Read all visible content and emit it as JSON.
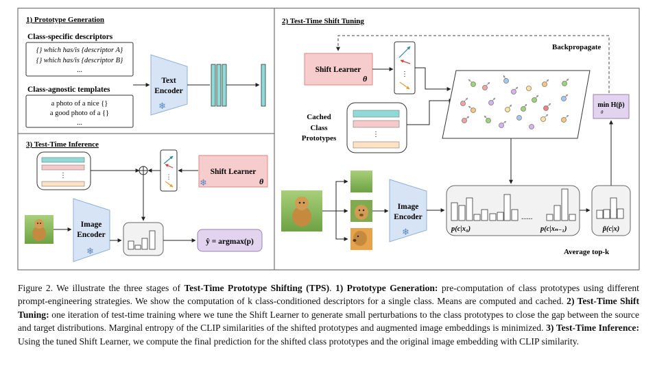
{
  "panels": {
    "prototype": {
      "title": "1) Prototype Generation",
      "specific_label": "Class-specific descriptors",
      "specific_lines": [
        "{} which has/is {descriptor A}",
        "{} which has/is {descriptor B}",
        "..."
      ],
      "agnostic_label": "Class-agnostic templates",
      "agnostic_lines": [
        "a photo of a nice {}",
        "a good photo of a {}",
        "..."
      ],
      "text_encoder": [
        "Text",
        "Encoder"
      ]
    },
    "tuning": {
      "title": "2) Test-Time Shift Tuning",
      "backpropagate": "Backpropagate",
      "shift_learner": "Shift Learner",
      "theta": "θ",
      "cached_label": [
        "Cached",
        "Class",
        "Prototypes"
      ],
      "image_encoder": [
        "Image",
        "Encoder"
      ],
      "p_c_x0": "p(c|x₀)",
      "p_c_xn": "p(c|xₙ₋₁)",
      "p_avg": "p̃(c|x)",
      "average_topk": "Average top-k",
      "min_entropy": "min H(p̃)",
      "min_sub": "θ",
      "dots": "......"
    },
    "inference": {
      "title": "3) Test-Time Inference",
      "shift_learner": "Shift Learner",
      "theta": "θ",
      "image_encoder": [
        "Image",
        "Encoder"
      ],
      "prediction": "ŷ = argmax(p)"
    }
  },
  "caption": {
    "figure": "Figure 2.",
    "intro": "We illustrate the three stages of",
    "method": "Test-Time Prototype Shifting (TPS)",
    "after_method": ".",
    "s1_title": "1) Prototype Generation:",
    "s1_text": "pre-computation of class prototypes using different prompt-engineering strategies. We show the computation of k class-conditioned descriptors for a single class. Means are computed and cached.",
    "s2_title": "2) Test-Time Shift Tuning:",
    "s2_text": "one iteration of test-time training where we tune the Shift Learner to generate small perturbations to the class prototypes to close the gap between the source and target distributions. Marginal entropy of the CLIP similarities of the shifted prototypes and augmented image embeddings is minimized.",
    "s3_title": "3) Test-Time Inference:",
    "s3_text": "Using the tuned Shift Learner, we compute the final prediction for the shifted class prototypes and the original image embedding with CLIP similarity."
  },
  "colors": {
    "encoder_fill": "#d6e4f5",
    "encoder_stroke": "#8fb0d8",
    "shift_fill": "#f6cccc",
    "shift_stroke": "#e08585",
    "teal": "#8fd9d6",
    "pink": "#f6caca",
    "peach": "#fde3c4",
    "lavender": "#e2d3ee",
    "grass": "#8fbf5a",
    "dog": "#c48a40"
  }
}
